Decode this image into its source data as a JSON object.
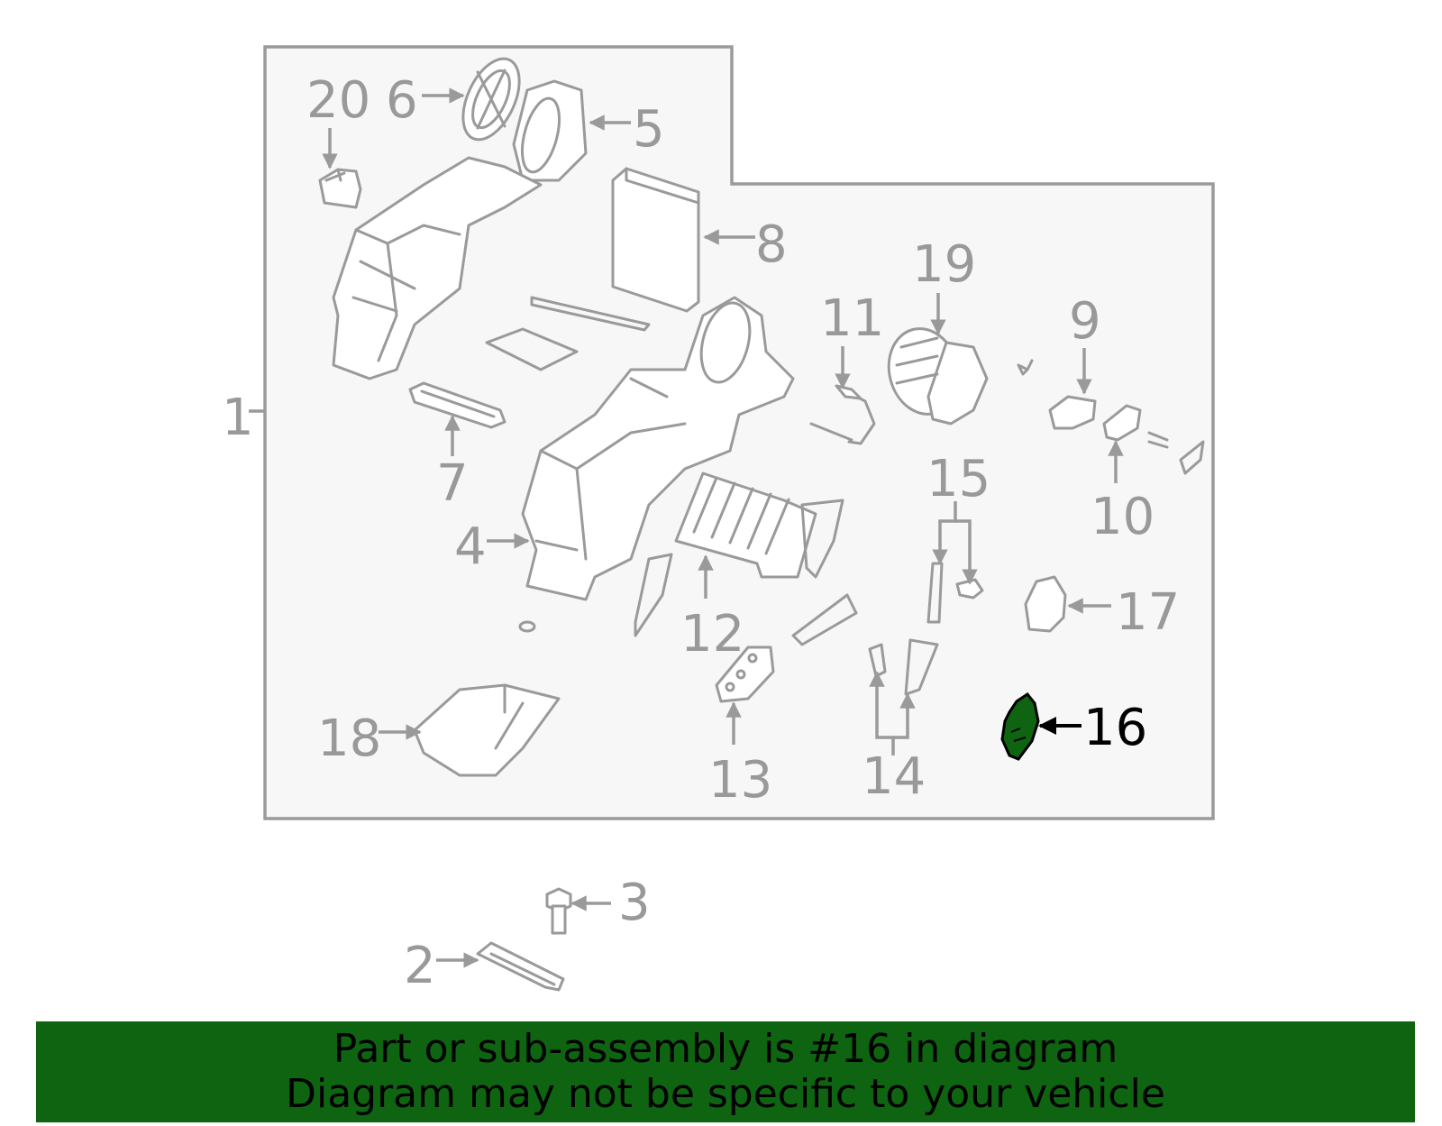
{
  "highlight_color": "#0e6410",
  "labels": {
    "l1": "1",
    "l2": "2",
    "l3": "3",
    "l4": "4",
    "l5": "5",
    "l6": "6",
    "l7": "7",
    "l8": "8",
    "l9": "9",
    "l10": "10",
    "l11": "11",
    "l12": "12",
    "l13": "13",
    "l14": "14",
    "l15": "15",
    "l16": "16",
    "l17": "17",
    "l18": "18",
    "l19": "19",
    "l20": "20"
  },
  "banner": {
    "line1": "Part or sub-assembly is #16 in diagram",
    "line2": "Diagram may not be specific to your vehicle"
  }
}
